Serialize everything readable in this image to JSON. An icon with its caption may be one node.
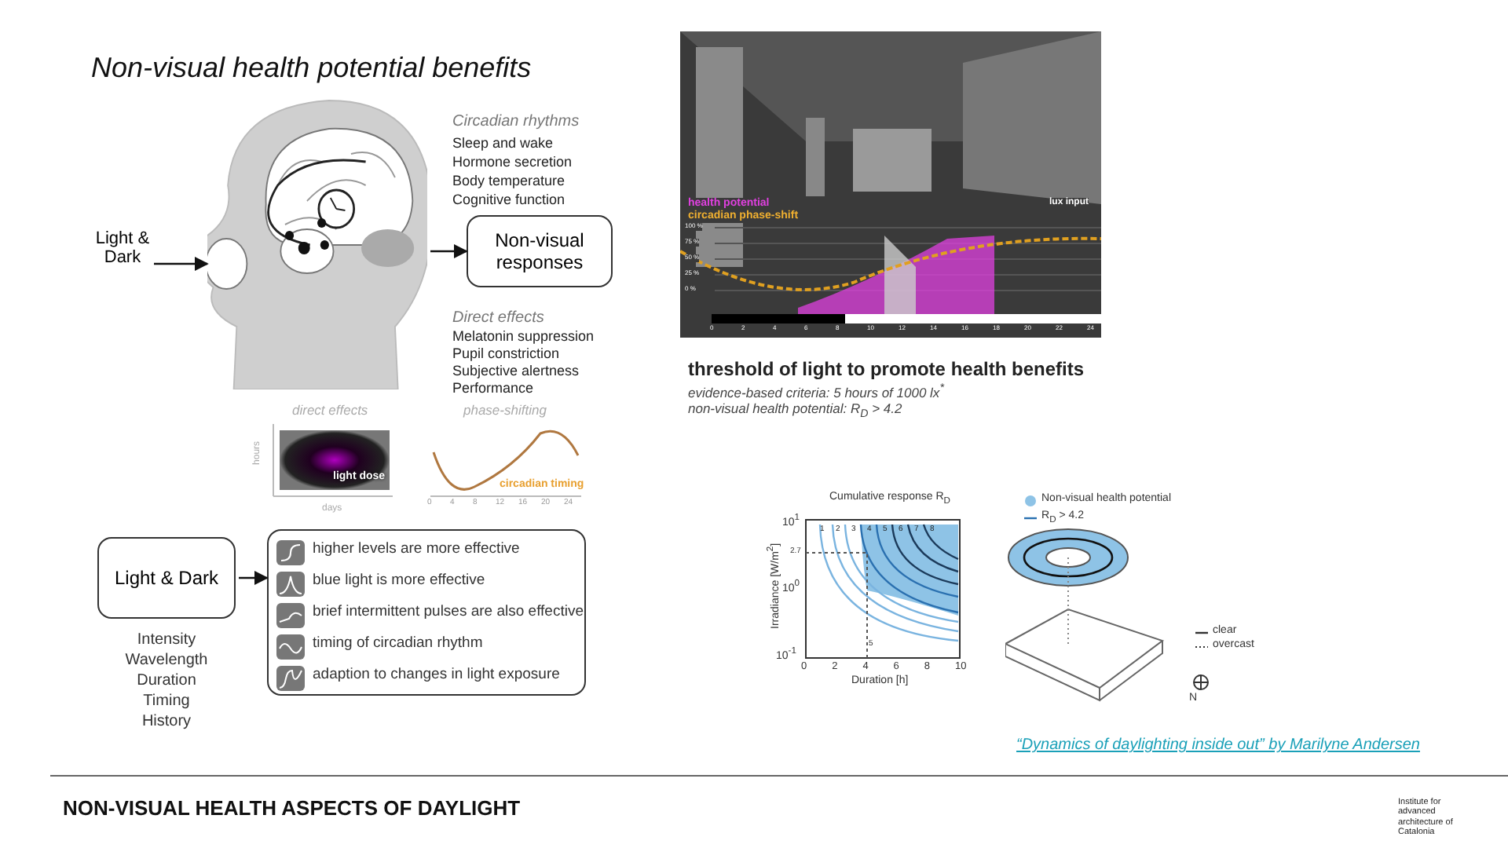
{
  "diagram": {
    "title": "Non-visual health potential benefits",
    "nodes": [
      {
        "text": [
          "Light & Dark"
        ]
      },
      {
        "text": [],
        "shape": "picture"
      },
      {
        "text": [
          "Non-visual responses"
        ]
      },
      {
        "text": [
          "Light & Dark"
        ],
        "beside": [
          "Intensity",
          "Wavelength",
          "Duration",
          "Timing",
          "History"
        ]
      },
      {
        "text": [
          "higher levels are more effective",
          "blue light is more effective",
          "brief intermittent pulses are also effective",
          "timing of circadian rhythm",
          "adaption to changes in light exposure"
        ]
      }
    ],
    "edges": [
      {
        "from": 0,
        "to": 1,
        "arrow": "to"
      },
      {
        "from": 1,
        "to": 2,
        "arrow": "to"
      },
      {
        "from": 3,
        "to": 4,
        "arrow": "to"
      }
    ],
    "labels": [
      "Circadian rhythms",
      "Sleep and wake",
      "Hormone secretion",
      "Body temperature",
      "Cognitive function",
      "Direct effects",
      "Melatonin suppression",
      "Pupil constriction",
      "Subjective alertness",
      "Performance",
      "direct effects",
      "phase-shifting",
      "hours",
      "days",
      "light dose",
      "circadian timing",
      "0",
      "4",
      "8",
      "12",
      "16",
      "20",
      "24",
      "health potential",
      "circadian phase-shift",
      "lux input",
      "100 %",
      "75 %",
      "50 %",
      "25 %",
      "0 %",
      "0",
      "2",
      "4",
      "6",
      "8",
      "10",
      "12",
      "14",
      "16",
      "18",
      "20",
      "22",
      "24",
      "threshold of light to promote health benefits",
      "evidence-based criteria: 5 hours of 1000 lx$^{*}$",
      "non-visual health potential: R$_{D}$ > 4.2",
      "Cumulative response R$_{D}$",
      "Irradiance [W/m$^{2}$]",
      "Duration [h]",
      "10$^{1}$",
      "10$^{0}$",
      "10$^{-1}$",
      "0",
      "2",
      "4",
      "6",
      "8",
      "10",
      "1",
      "2",
      "3",
      "4",
      "5",
      "6",
      "7",
      "8",
      "2.7",
      "5",
      "N",
      "“Dynamics of daylighting inside out” by Marilyne Andersen",
      "NON-VISUAL HEALTH ASPECTS OF DAYLIGHT",
      "Institute for advanced architecture of Catalonia"
    ],
    "legend": [
      {
        "text": "Non-visual health potential",
        "color": "#8ec3e6"
      },
      {
        "text": "R$_{D}$ > 4.2"
      },
      {
        "text": "clear"
      },
      {
        "text": "overcast"
      }
    ]
  }
}
